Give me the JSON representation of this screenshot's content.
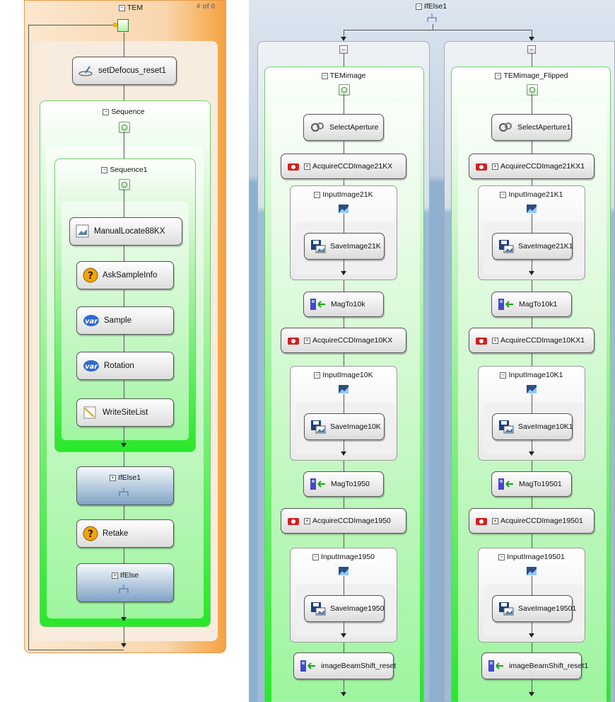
{
  "left": {
    "title": "TEM",
    "counter": "# of 0",
    "setdefocus": "setDefocus_reset1",
    "sequence": "Sequence",
    "sequence1": "Sequence1",
    "manual": "ManualLocate88KX",
    "ask": "AskSampleInfo",
    "sample": "Sample",
    "rotation": "Rotation",
    "writesite": "WriteSiteList",
    "ifelse1": "IfElse1",
    "retake": "Retake",
    "ifelse": "IfElse"
  },
  "right": {
    "title": "IfElse1",
    "branch1": {
      "title": "TEMimage",
      "select": "SelectAperture",
      "acq21": "AcquireCCDImage21KX",
      "input21": "InputImage21K",
      "save21": "SaveImage21K",
      "mag10": "MagTo10k",
      "acq10": "AcquireCCDImage10KX",
      "input10": "InputImage10K",
      "save10": "SaveImage10K",
      "mag1950": "MagTo1950",
      "acq1950": "AcquireCCDImage1950",
      "input1950": "InputImage1950",
      "save1950": "SaveImage1950",
      "beam": "imageBeamShift_reset"
    },
    "branch2": {
      "title": "TEMimage_Flipped",
      "select": "SelectAperture1",
      "acq21": "AcquireCCDImage21KX1",
      "input21": "InputImage21K1",
      "save21": "SaveImage21K1",
      "mag10": "MagTo10k1",
      "acq10": "AcquireCCDImage10KX1",
      "input10": "InputImage10K1",
      "save10": "SaveImage10K1",
      "mag1950": "MagTo19501",
      "acq1950": "AcquireCCDImage19501",
      "input1950": "InputImage19501",
      "save1950": "SaveImage19501",
      "beam": "imageBeamShift_reset1"
    }
  },
  "colors": {
    "orange": "#f7a23c",
    "green": "#28e82a",
    "blue_panel": "#8fb0cf"
  }
}
